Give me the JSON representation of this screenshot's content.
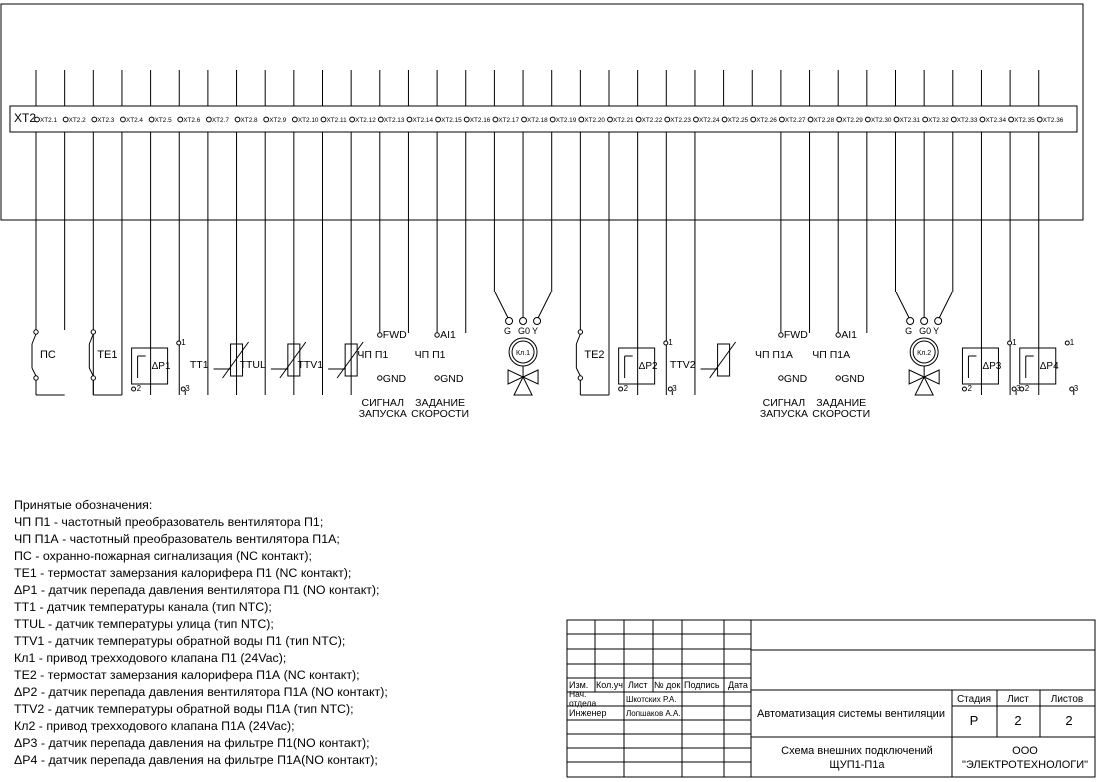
{
  "terminal_block": {
    "name": "XT2",
    "terminals": [
      "XT2.1",
      "XT2.2",
      "XT2.3",
      "XT2.4",
      "XT2.5",
      "XT2.6",
      "XT2.7",
      "XT2.8",
      "XT2.9",
      "XT2.10",
      "XT2.11",
      "XT2.12",
      "XT2.13",
      "XT2.14",
      "XT2.15",
      "XT2.16",
      "XT2.17",
      "XT2.18",
      "XT2.19",
      "XT2.20",
      "XT2.21",
      "XT2.22",
      "XT2.23",
      "XT2.24",
      "XT2.25",
      "XT2.26",
      "XT2.27",
      "XT2.28",
      "XT2.29",
      "XT2.30",
      "XT2.31",
      "XT2.32",
      "XT2.33",
      "XT2.34",
      "XT2.35",
      "XT2.36"
    ]
  },
  "devices": {
    "ps": "ПС",
    "te1": "TE1",
    "dp1": "ΔP1",
    "tt1": "TT1",
    "ttul": "TTUL",
    "ttv1": "TTV1",
    "fc1_start": {
      "pin_top": "FWD",
      "name": "ЧП П1",
      "pin_bottom": "GND",
      "caption1": "СИГНАЛ",
      "caption2": "ЗАПУСКА"
    },
    "fc1_speed": {
      "pin_top": "AI1",
      "name": "ЧП П1",
      "pin_bottom": "GND",
      "caption1": "ЗАДАНИЕ",
      "caption2": "СКОРОСТИ"
    },
    "kl1": {
      "name": "Кл.1",
      "pins": [
        "G",
        "G0",
        "Y"
      ]
    },
    "te2": "TE2",
    "dp2": "ΔP2",
    "ttv2": "TTV2",
    "fc1a_start": {
      "pin_top": "FWD",
      "name": "ЧП П1А",
      "pin_bottom": "GND",
      "caption1": "СИГНАЛ",
      "caption2": "ЗАПУСКА"
    },
    "fc1a_speed": {
      "pin_top": "AI1",
      "name": "ЧП П1А",
      "pin_bottom": "GND",
      "caption1": "ЗАДАНИЕ",
      "caption2": "СКОРОСТИ"
    },
    "kl2": {
      "name": "Кл.2",
      "pins": [
        "G",
        "G0",
        "Y"
      ]
    },
    "dp3": "ΔP3",
    "dp4": "ΔP4",
    "pin_labels": {
      "common": "1",
      "nc": "2",
      "no": "3"
    }
  },
  "legend": {
    "heading": "Принятые обозначения:",
    "items": [
      "ЧП П1 - частотный преобразователь вентилятора П1;",
      "ЧП П1А - частотный преобразователь вентилятора П1А;",
      "ПС - охранно-пожарная сигнализация (NC контакт);",
      "TE1 - термостат замерзания калорифера П1 (NC контакт);",
      "ΔP1 - датчик перепада давления вентилятора П1 (NO контакт);",
      "TT1 - датчик температуры канала (тип NTC);",
      "TTUL - датчик температуры улица (тип NTC);",
      "TTV1 - датчик температуры обратной воды П1 (тип NTC);",
      "Кл1 - привод трехходового клапана П1 (24Vac);",
      "TE2 - термостат замерзания калорифера П1А (NC контакт);",
      "ΔP2 - датчик перепада давления вентилятора П1А (NO контакт);",
      "TTV2 - датчик температуры обратной воды П1А (тип NTC);",
      "Кл2 - привод трехходового клапана П1А (24Vac);",
      "ΔP3 - датчик перепада давления на фильтре П1(NO контакт);",
      "ΔP4 - датчик перепада давления на фильтре П1А(NO контакт);"
    ]
  },
  "title_block": {
    "columns": [
      "Изм.",
      "Кол.уч",
      "Лист",
      "№ док",
      "Подпись",
      "Дата"
    ],
    "role1": "Нач. отдела",
    "name1": "Шкотских Р.А.",
    "role2": "Инженер",
    "name2": "Лопшаков А.А.",
    "project": "Автоматизация системы вентиляции",
    "stage_header": "Стадия",
    "sheet_header": "Лист",
    "sheets_header": "Листов",
    "stage": "Р",
    "sheet": "2",
    "sheets": "2",
    "doc_title_line1": "Схема внешних подключений",
    "doc_title_line2": "ЩУП1-П1а",
    "company_line1": "ООО",
    "company_line2": "\"ЭЛЕКТРОТЕХНОЛОГИ\""
  }
}
